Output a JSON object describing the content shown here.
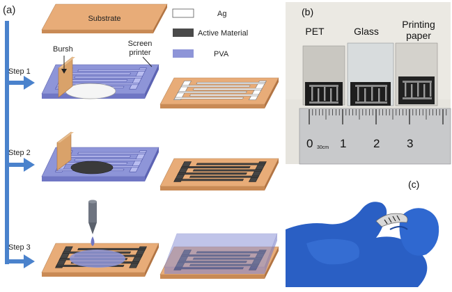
{
  "panels": {
    "a": {
      "tag": "(a)"
    },
    "b": {
      "tag": "(b)"
    },
    "c": {
      "tag": "(c)"
    }
  },
  "substrate": {
    "label": "Substrate"
  },
  "legend": {
    "items": [
      {
        "label": "Ag",
        "color": "#ffffff"
      },
      {
        "label": "Active Material",
        "color": "#4a4a4a"
      },
      {
        "label": "PVA",
        "color": "#8e95d8"
      }
    ]
  },
  "annotations": {
    "brush": "Bursh",
    "screen_printer": [
      "Screen",
      "printer"
    ]
  },
  "steps": [
    {
      "label": "Step 1"
    },
    {
      "label": "Step 2"
    },
    {
      "label": "Step 3"
    }
  ],
  "photo_b": {
    "substrates": [
      {
        "label": [
          "PET"
        ]
      },
      {
        "label": [
          "Glass"
        ]
      },
      {
        "label": [
          "Printing",
          "paper"
        ]
      }
    ],
    "ruler": {
      "numbers": [
        "0",
        "1",
        "2",
        "3"
      ],
      "unit": "30cm"
    }
  },
  "colors": {
    "substrate_fill": "#e8ac78",
    "substrate_edge": "#c98a55",
    "pva": "#8e95d8",
    "pva_dark": "#6f76c4",
    "active": "#454545",
    "arrow": "#4a82cc",
    "brush": "#d9a26a",
    "glove": "#2a5fc4"
  }
}
